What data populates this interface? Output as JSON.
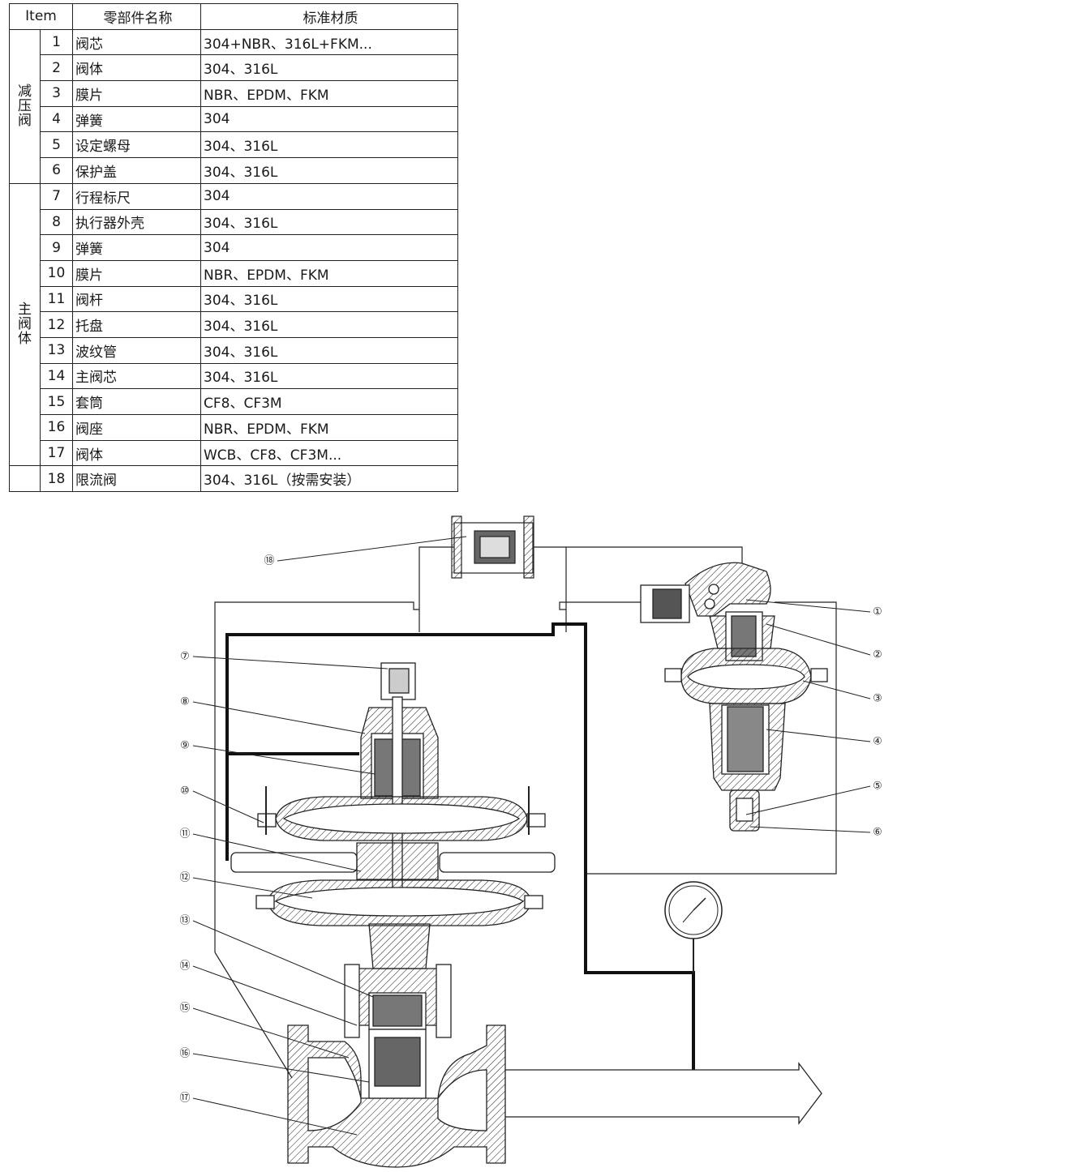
{
  "table": {
    "headers": [
      "Item",
      "零部件名称",
      "标准材质"
    ],
    "groups": [
      {
        "label": "减压阀",
        "rows": [
          {
            "num": "1",
            "name": "阀芯",
            "material": "304+NBR、316L+FKM..."
          },
          {
            "num": "2",
            "name": "阀体",
            "material": "304、316L"
          },
          {
            "num": "3",
            "name": "膜片",
            "material": "NBR、EPDM、FKM"
          },
          {
            "num": "4",
            "name": "弹簧",
            "material": "304"
          },
          {
            "num": "5",
            "name": "设定螺母",
            "material": "304、316L"
          },
          {
            "num": "6",
            "name": "保护盖",
            "material": "304、316L"
          }
        ]
      },
      {
        "label": "主阀体",
        "rows": [
          {
            "num": "7",
            "name": "行程标尺",
            "material": "304"
          },
          {
            "num": "8",
            "name": "执行器外壳",
            "material": "304、316L"
          },
          {
            "num": "9",
            "name": "弹簧",
            "material": "304"
          },
          {
            "num": "10",
            "name": "膜片",
            "material": "NBR、EPDM、FKM"
          },
          {
            "num": "11",
            "name": "阀杆",
            "material": "304、316L"
          },
          {
            "num": "12",
            "name": "托盘",
            "material": "304、316L"
          },
          {
            "num": "13",
            "name": "波纹管",
            "material": "304、316L"
          },
          {
            "num": "14",
            "name": "主阀芯",
            "material": "304、316L"
          },
          {
            "num": "15",
            "name": "套筒",
            "material": "CF8、CF3M"
          },
          {
            "num": "16",
            "name": "阀座",
            "material": "NBR、EPDM、FKM"
          },
          {
            "num": "17",
            "name": "阀体",
            "material": "WCB、CF8、CF3M..."
          }
        ]
      },
      {
        "label": "",
        "rows": [
          {
            "num": "18",
            "name": "限流阀",
            "material": "304、316L（按需安装）"
          }
        ]
      }
    ]
  },
  "diagram": {
    "callouts": [
      "⑱",
      "①",
      "②",
      "③",
      "④",
      "⑤",
      "⑥",
      "⑦",
      "⑧",
      "⑨",
      "⑩",
      "⑪",
      "⑫",
      "⑬",
      "⑭",
      "⑮",
      "⑯",
      "⑰"
    ]
  }
}
